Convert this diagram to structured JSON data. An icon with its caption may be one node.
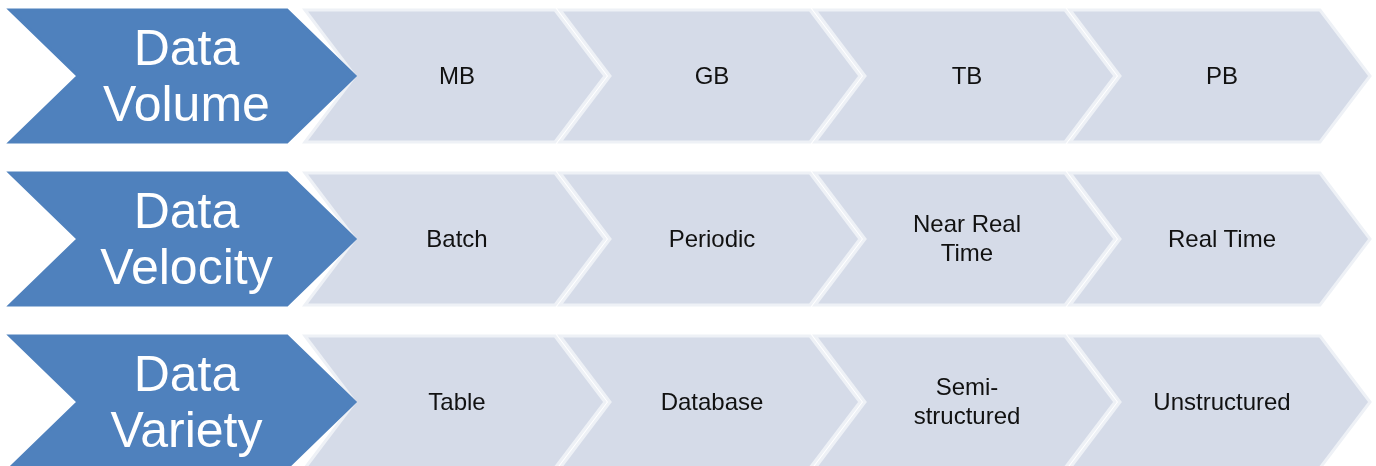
{
  "diagram": {
    "nodes": [
      {
        "text": [
          "Data Volume"
        ]
      },
      {
        "text": [
          "MB"
        ]
      },
      {
        "text": [
          "GB"
        ]
      },
      {
        "text": [
          "TB"
        ]
      },
      {
        "text": [
          "PB"
        ]
      },
      {
        "text": [
          "Data Velocity"
        ]
      },
      {
        "text": [
          "Batch"
        ]
      },
      {
        "text": [
          "Periodic"
        ]
      },
      {
        "text": [
          "Near Real Time"
        ]
      },
      {
        "text": [
          "Real Time"
        ]
      },
      {
        "text": [
          "Data Variety"
        ]
      },
      {
        "text": [
          "Table"
        ]
      },
      {
        "text": [
          "Database"
        ]
      },
      {
        "text": [
          "Semi-structured"
        ]
      },
      {
        "text": [
          "Unstructured"
        ]
      }
    ]
  }
}
